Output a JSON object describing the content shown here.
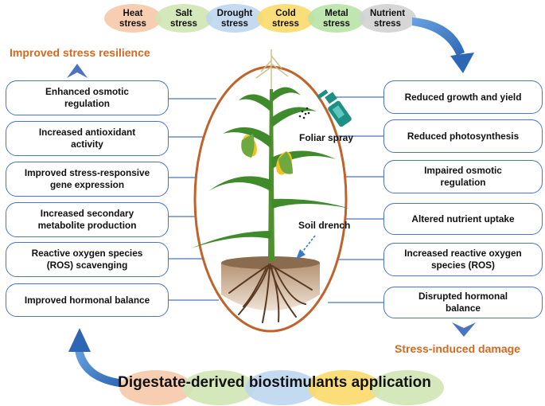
{
  "stressors": [
    {
      "label": "Heat\nstress",
      "color": "#f6c9a8"
    },
    {
      "label": "Salt\nstress",
      "color": "#cfe5b4"
    },
    {
      "label": "Drought\nstress",
      "color": "#bcd6ee"
    },
    {
      "label": "Cold\nstress",
      "color": "#fbd96a"
    },
    {
      "label": "Metal\nstress",
      "color": "#b9e3a6"
    },
    {
      "label": "Nutrient\nstress",
      "color": "#d2d2d2"
    }
  ],
  "left_heading": "Improved stress resilience",
  "right_heading": "Stress-induced damage",
  "left_boxes": [
    "Enhanced osmotic\nregulation",
    "Increased antioxidant\nactivity",
    "Improved stress-responsive\ngene expression",
    "Increased secondary\nmetabolite production",
    "Reactive oxygen species\n(ROS) scavenging",
    "Improved hormonal balance"
  ],
  "right_boxes": [
    "Reduced growth and yield",
    "Reduced photosynthesis",
    "Impaired osmotic\nregulation",
    "Altered nutrient uptake",
    "Increased reactive oxygen\nspecies (ROS)",
    "Disrupted hormonal\nbalance"
  ],
  "foliar_label": "Foliar spray",
  "soil_label": "Soil drench",
  "application_label": "Digestate-derived biostimulants application",
  "application_colors": [
    "#f6c9a8",
    "#cfe5b4",
    "#bcd6ee",
    "#fbd96a",
    "#cfe5b4"
  ],
  "colors": {
    "box_border": "#4a73c2",
    "arrow": "#3a78c8",
    "heading": "#d2691e",
    "ellipse": "#c0622b"
  }
}
